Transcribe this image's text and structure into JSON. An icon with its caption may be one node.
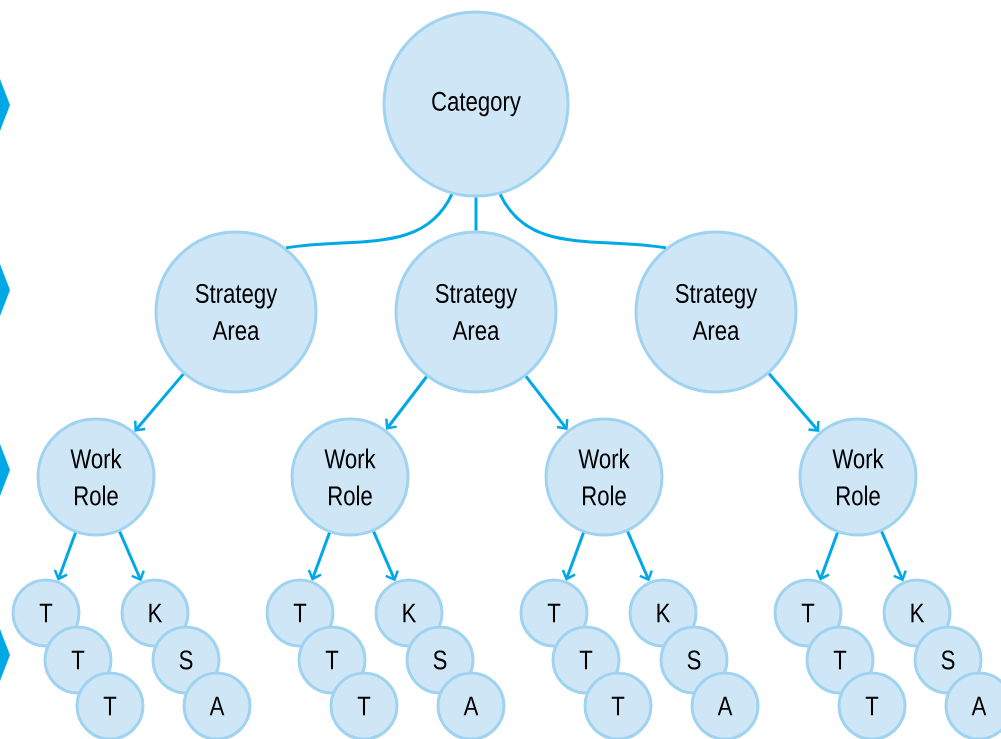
{
  "diagram": {
    "nodes": [
      {
        "text": [
          "Category"
        ]
      },
      {
        "text": [
          "Strategy Area"
        ]
      },
      {
        "text": [
          "Strategy Area"
        ]
      },
      {
        "text": [
          "Strategy Area"
        ]
      },
      {
        "text": [
          "Work Role"
        ]
      },
      {
        "text": [
          "Work Role"
        ]
      },
      {
        "text": [
          "Work Role"
        ]
      },
      {
        "text": [
          "Work Role"
        ]
      },
      {
        "text": [
          "T"
        ]
      },
      {
        "text": [
          "T"
        ]
      },
      {
        "text": [
          "T"
        ]
      },
      {
        "text": [
          "K"
        ]
      },
      {
        "text": [
          "S"
        ]
      },
      {
        "text": [
          "A"
        ]
      },
      {
        "text": [
          "T"
        ]
      },
      {
        "text": [
          "T"
        ]
      },
      {
        "text": [
          "T"
        ]
      },
      {
        "text": [
          "K"
        ]
      },
      {
        "text": [
          "S"
        ]
      },
      {
        "text": [
          "A"
        ]
      },
      {
        "text": [
          "T"
        ]
      },
      {
        "text": [
          "T"
        ]
      },
      {
        "text": [
          "T"
        ]
      },
      {
        "text": [
          "K"
        ]
      },
      {
        "text": [
          "S"
        ]
      },
      {
        "text": [
          "A"
        ]
      },
      {
        "text": [
          "T"
        ]
      },
      {
        "text": [
          "T"
        ]
      },
      {
        "text": [
          "T"
        ]
      },
      {
        "text": [
          "K"
        ]
      },
      {
        "text": [
          "S"
        ]
      },
      {
        "text": [
          "A"
        ]
      }
    ],
    "edges": [
      {
        "from": 0,
        "to": 1,
        "arrow": "none"
      },
      {
        "from": 0,
        "to": 2,
        "arrow": "none"
      },
      {
        "from": 0,
        "to": 3,
        "arrow": "none"
      },
      {
        "from": 1,
        "to": 4,
        "arrow": "to"
      },
      {
        "from": 2,
        "to": 5,
        "arrow": "to"
      },
      {
        "from": 2,
        "to": 6,
        "arrow": "to"
      },
      {
        "from": 3,
        "to": 7,
        "arrow": "to"
      },
      {
        "from": 4,
        "to": 8,
        "arrow": "to"
      },
      {
        "from": 4,
        "to": 11,
        "arrow": "to"
      },
      {
        "from": 5,
        "to": 14,
        "arrow": "to"
      },
      {
        "from": 5,
        "to": 17,
        "arrow": "to"
      },
      {
        "from": 6,
        "to": 20,
        "arrow": "to"
      },
      {
        "from": 6,
        "to": 23,
        "arrow": "to"
      },
      {
        "from": 7,
        "to": 26,
        "arrow": "to"
      },
      {
        "from": 7,
        "to": 29,
        "arrow": "to"
      }
    ]
  }
}
